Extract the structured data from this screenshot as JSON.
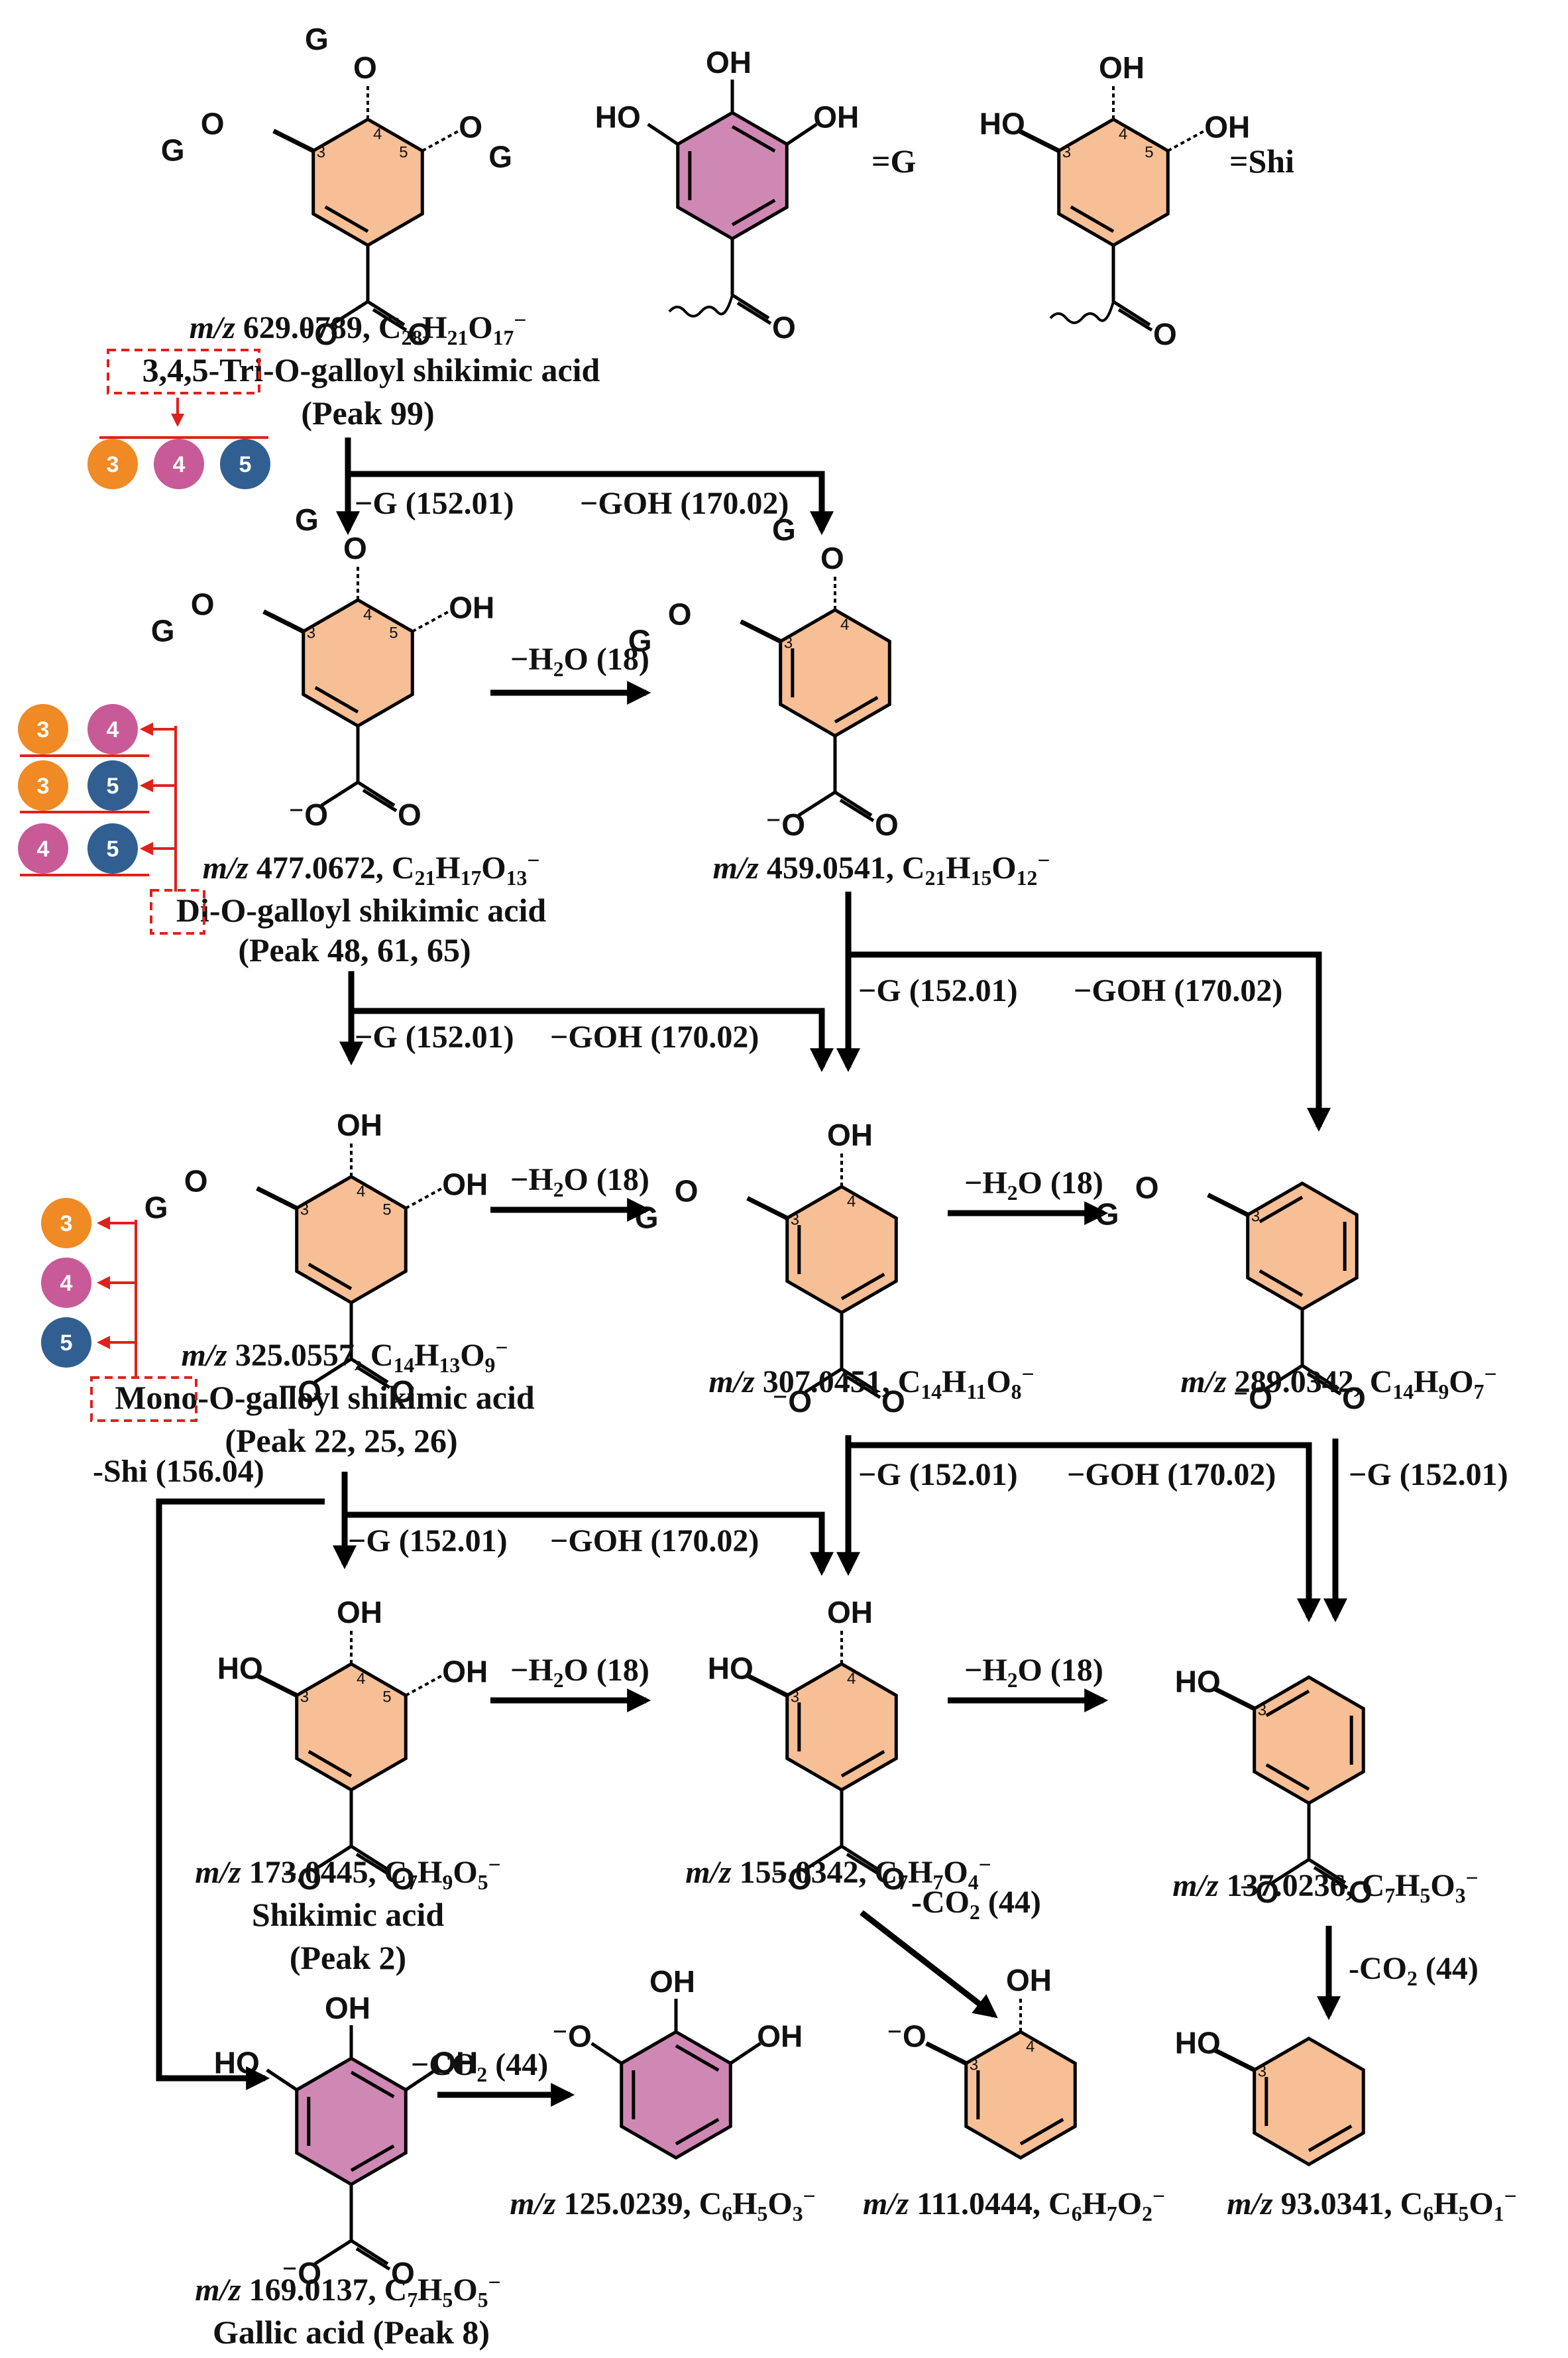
{
  "colors": {
    "shikimate_ring": "#f7bf96",
    "galloyl_ring": "#cf88b4",
    "pos3": "#ef8a24",
    "pos4": "#c85a98",
    "pos5": "#315f91",
    "highlight": "#e0201b",
    "arrow": "#000000"
  },
  "definitions": {
    "galloyl": "=G",
    "shikimoyl": "=Shi"
  },
  "compounds": {
    "tri": {
      "mz": "m/z 629.0789, C28H21O17−",
      "name_prefix": "3,4,5-Tri",
      "name_suffix": "-O-galloyl shikimic acid",
      "peak": "(Peak 99)"
    },
    "di": {
      "mz": "m/z 477.0672, C21H17O13−",
      "name_prefix": "Di",
      "name_suffix": "-O-galloyl shikimic acid",
      "peak": "(Peak 48, 61, 65)"
    },
    "di_dehyd": {
      "mz": "m/z 459.0541, C21H15O12−"
    },
    "mono": {
      "mz": "m/z 325.0557, C14H13O9−",
      "name_prefix": "Mono",
      "name_suffix": "-O-galloyl shikimic acid",
      "peak": "(Peak 22, 25, 26)"
    },
    "mono_dehyd": {
      "mz": "m/z 307.0451, C14H11O8−"
    },
    "mono_dehyd2": {
      "mz": "m/z 289.0342, C14H9O7−"
    },
    "shikimic": {
      "mz": "m/z 173.0445, C7H9O5−",
      "name": "Shikimic acid",
      "peak": "(Peak 2)"
    },
    "shik_dehyd": {
      "mz": "m/z 155.0342, C7H7O4−"
    },
    "shik_dehyd2": {
      "mz": "m/z 137.0236, C7H5O3−"
    },
    "gallic": {
      "mz": "m/z 169.0137, C7H5O5−",
      "name": "Gallic acid (Peak 8)"
    },
    "pyrogallol": {
      "mz": "m/z 125.0239, C6H5O3−"
    },
    "frag111": {
      "mz": "m/z 111.0444, C6H7O2−"
    },
    "frag93": {
      "mz": "m/z 93.0341, C6H5O1−"
    }
  },
  "losses": {
    "minus_g": "−G (152.01)",
    "minus_goh": "−GOH (170.02)",
    "minus_h2o": "−H2O (18)",
    "minus_co2": "-CO2 (44)",
    "minus_co2_b": "−CO2 (44)",
    "minus_shi": "-Shi (156.04)"
  },
  "badges": {
    "tri": [
      [
        "3",
        "4",
        "5"
      ]
    ],
    "di": [
      [
        "3",
        "4"
      ],
      [
        "3",
        "5"
      ],
      [
        "4",
        "5"
      ]
    ],
    "mono": [
      [
        "3"
      ],
      [
        "4"
      ],
      [
        "5"
      ]
    ]
  }
}
